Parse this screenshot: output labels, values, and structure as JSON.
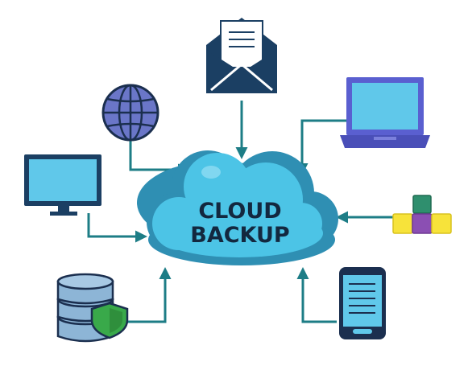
{
  "cloud": {
    "label_line1": "CLOUD",
    "label_line2": "BACKUP",
    "icon": "cloud-icon"
  },
  "sources": [
    {
      "name": "email",
      "icon": "envelope-icon"
    },
    {
      "name": "internet",
      "icon": "globe-icon"
    },
    {
      "name": "laptop",
      "icon": "laptop-icon"
    },
    {
      "name": "desktop",
      "icon": "monitor-icon"
    },
    {
      "name": "apps",
      "icon": "blocks-icon"
    },
    {
      "name": "database",
      "icon": "database-shield-icon"
    },
    {
      "name": "mobile",
      "icon": "smartphone-icon"
    }
  ],
  "colors": {
    "arrow": "#1d7d86",
    "cloud_light": "#4cc4e6",
    "cloud_dark": "#2f8fb3",
    "navy": "#1b3f63",
    "globe": "#6a76c8",
    "laptop": "#5a5fd0",
    "screen": "#60c8ea",
    "shield": "#39a94a",
    "block_yellow": "#f7e33a",
    "block_purple": "#8b4fb3",
    "block_green": "#2f8f6e"
  }
}
